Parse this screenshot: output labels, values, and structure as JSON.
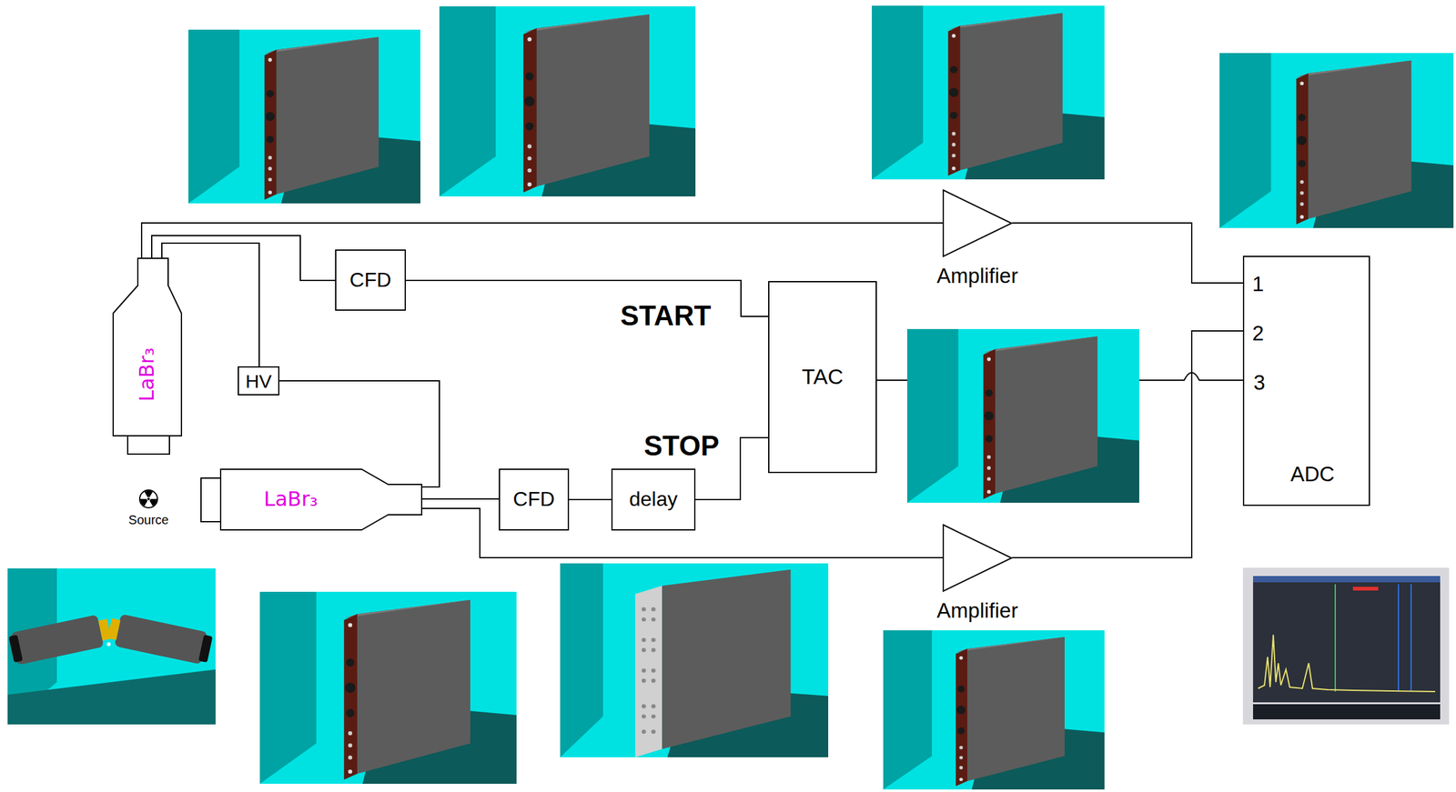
{
  "diagram": {
    "nodes": [
      {
        "text": [
          "LaBr₃"
        ]
      },
      {
        "text": [
          "CFD"
        ]
      },
      {
        "text": [
          "HV"
        ]
      },
      {
        "text": [
          "LaBr₃"
        ]
      },
      {
        "text": [
          "CFD"
        ]
      },
      {
        "text": [
          "delay"
        ]
      },
      {
        "text": [
          "TAC"
        ]
      },
      {
        "text": [
          "Amplifier"
        ]
      },
      {
        "text": [
          "Amplifier"
        ]
      },
      {
        "text": [
          "1",
          "2",
          "3",
          "ADC"
        ]
      }
    ],
    "edges": [
      {
        "from": 0,
        "to": 7,
        "arrow": "none"
      },
      {
        "from": 0,
        "to": 1,
        "arrow": "none"
      },
      {
        "from": 0,
        "to": 2,
        "arrow": "none"
      },
      {
        "from": 2,
        "to": 3,
        "arrow": "none"
      },
      {
        "from": 1,
        "to": 6,
        "arrow": "none"
      },
      {
        "from": 3,
        "to": 4,
        "arrow": "none"
      },
      {
        "from": 4,
        "to": 5,
        "arrow": "none"
      },
      {
        "from": 5,
        "to": 6,
        "arrow": "none"
      },
      {
        "from": 3,
        "to": 8,
        "arrow": "none"
      },
      {
        "from": 7,
        "to": 9,
        "arrow": "none"
      },
      {
        "from": 6,
        "to": 9,
        "arrow": "none"
      },
      {
        "from": 8,
        "to": 9,
        "arrow": "none"
      }
    ],
    "labels": [
      "START",
      "STOP",
      "Source"
    ]
  }
}
